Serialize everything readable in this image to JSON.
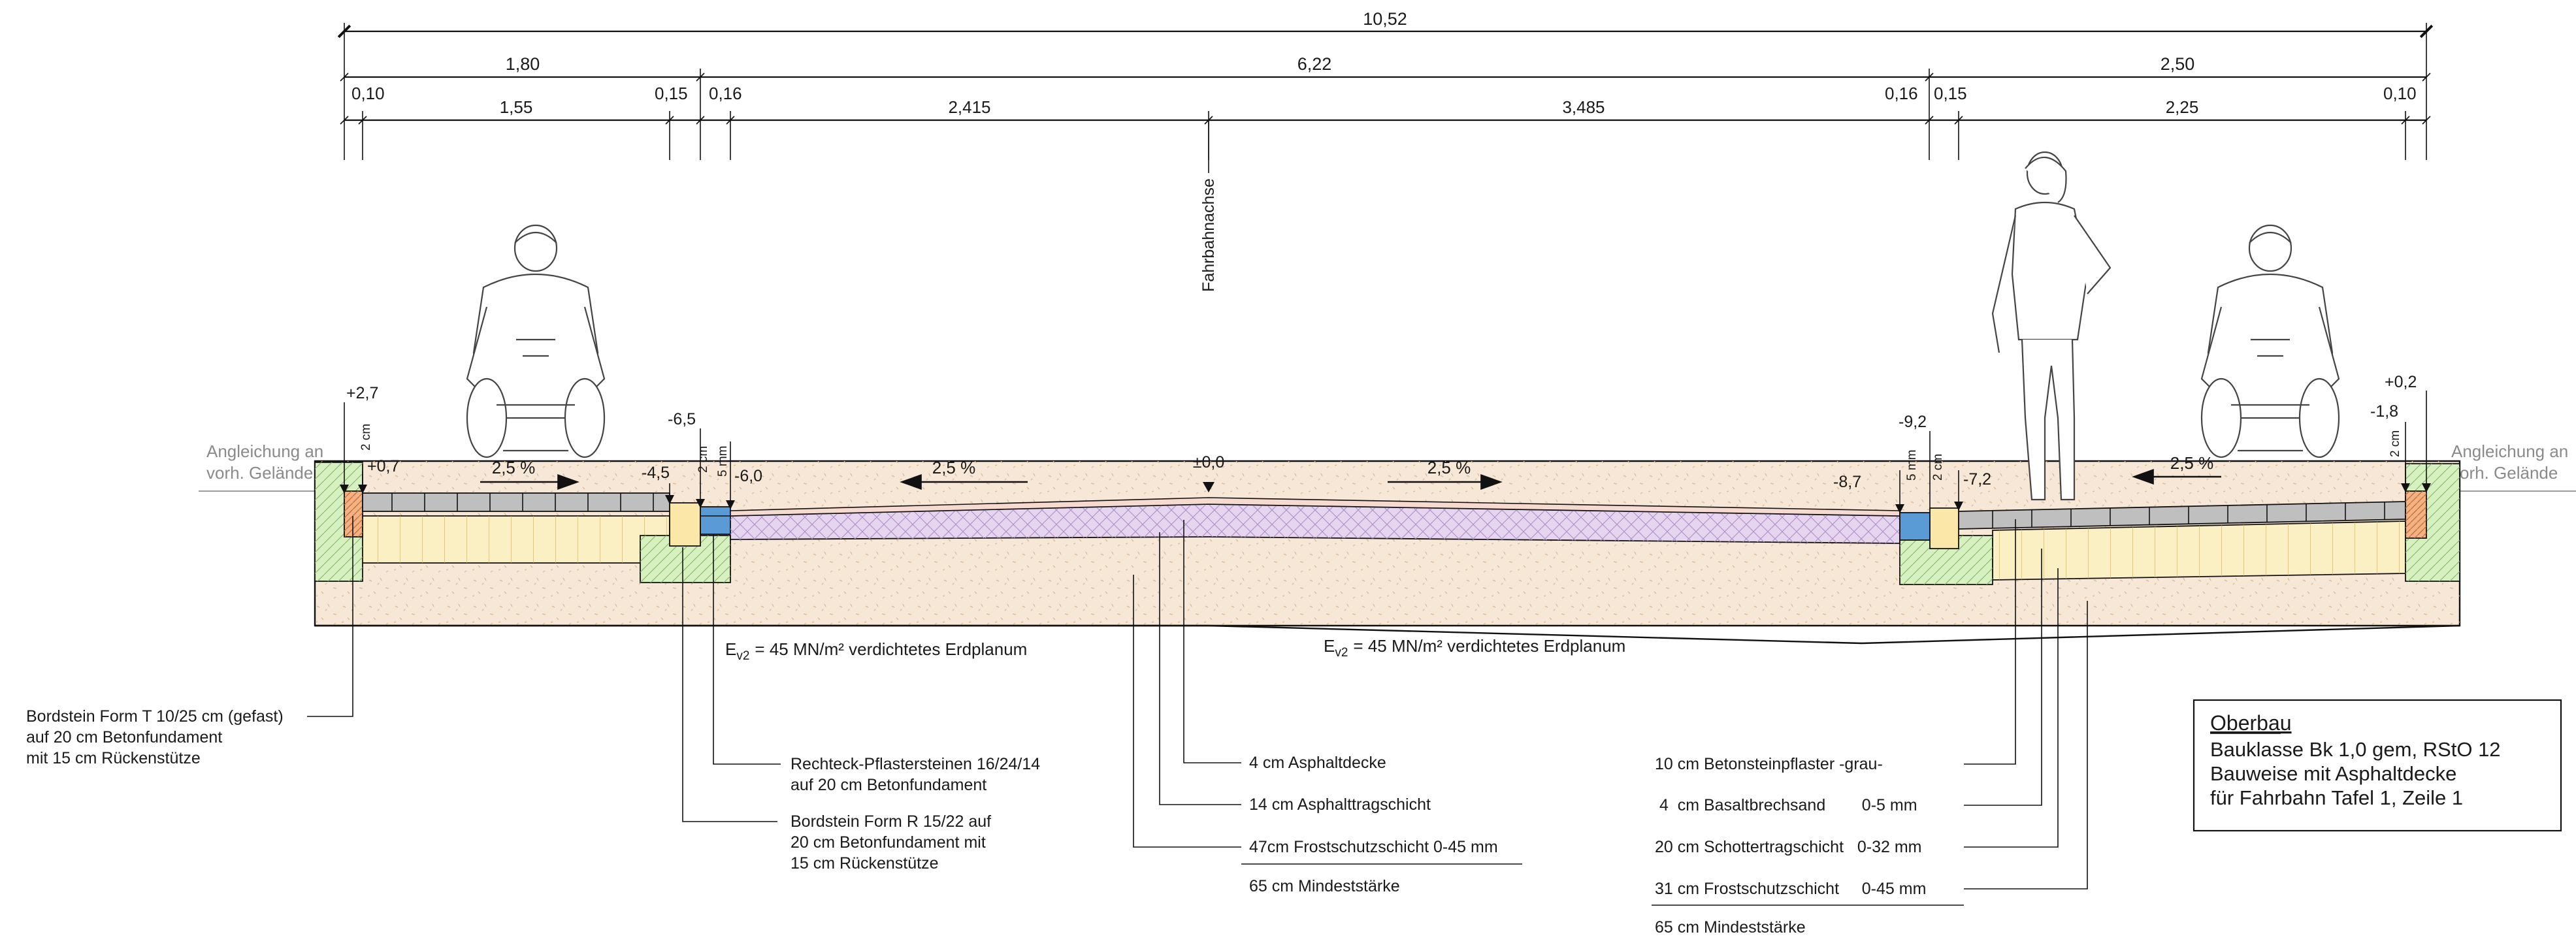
{
  "colors": {
    "soil": "#f6e7d6",
    "gravel_base": "#fbf0c4",
    "concrete": "#d7f0c0",
    "curb_orange": "#f4b183",
    "paver_blue": "#5b9bd5",
    "curb_yellow": "#fbe7a8",
    "asphalt_purple": "#e6d5ef",
    "asphalt_top": "#f6d9cf",
    "paving_grey": "#bfbfbf"
  },
  "dimensions": {
    "total": "10,52",
    "left_width": "1,80",
    "roadway": "6,22",
    "right_width": "2,50",
    "row3": [
      "0,10",
      "1,55",
      "0,15",
      "0,16",
      "2,415",
      "3,485",
      "0,16",
      "0,15",
      "2,25",
      "0,10"
    ]
  },
  "axis_label": "Fahrbahnachse",
  "terrain": {
    "left": [
      "Angleichung an",
      "vorh. Gelände"
    ],
    "right": [
      "Angleichung an",
      "vorh. Gelände"
    ]
  },
  "heights": {
    "l_p27": "+2,7",
    "l_p07": "+0,7",
    "l_2cm": "2 cm",
    "l_m45": "-4,5",
    "l_m65": "-6,5",
    "l_2cm_b": "2 cm",
    "l_5mm": "5 mm",
    "l_m60": "-6,0",
    "center": "±0,0",
    "r_m87": "-8,7",
    "r_m92": "-9,2",
    "r_5mm": "5 mm",
    "r_2cm": "2 cm",
    "r_m72": "-7,2",
    "r_p02": "+0,2",
    "r_m18": "-1,8",
    "r_2cm_b": "2 cm"
  },
  "slopes": {
    "left_walk": "2,5 %",
    "left_road": "2,5 %",
    "right_road": "2,5 %",
    "right_walk": "2,5 %"
  },
  "subgrade": {
    "prefix": "E",
    "sub": "v2",
    "text": "= 45 MN/m²  verdichtetes Erdplanum"
  },
  "callouts": {
    "bordstein_t": [
      "Bordstein Form T 10/25 cm (gefast)",
      "auf 20 cm Betonfundament",
      "mit 15 cm Rückenstütze"
    ],
    "pflaster_rechteck": [
      "Rechteck-Pflastersteinen 16/24/14",
      "auf 20 cm Betonfundament"
    ],
    "bordstein_r": [
      "Bordstein Form R 15/22 auf",
      "20 cm Betonfundament mit",
      "15 cm Rückenstütze"
    ],
    "asphalt": [
      "4 cm Asphaltdecke",
      "14 cm Asphalttragschicht",
      "47cm Frostschutzschicht   0-45 mm",
      "65 cm  Mindeststärke"
    ],
    "sidewalk": [
      "10 cm Betonsteinpflaster -grau-",
      " 4  cm Basaltbrechsand        0-5 mm",
      "20 cm Schottertragschicht   0-32 mm",
      "31 cm Frostschutzschicht     0-45 mm",
      "65 cm  Mindeststärke"
    ]
  },
  "infobox": {
    "title": "Oberbau",
    "lines": [
      "Bauklasse Bk 1,0 gem, RStO 12",
      "Bauweise mit Asphaltdecke",
      "für Fahrbahn Tafel 1, Zeile 1"
    ]
  },
  "figures": [
    "wheelchair-user",
    "wheelchair-user",
    "pedestrian"
  ]
}
